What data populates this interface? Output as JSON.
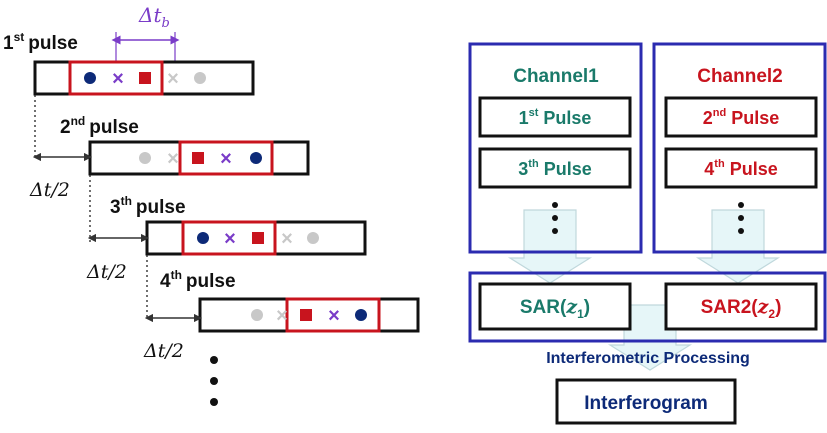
{
  "left": {
    "delta_tb": "Δt",
    "delta_tb_sub": "b",
    "pulses": [
      {
        "num": "1",
        "sup": "st",
        "word": "pulse"
      },
      {
        "num": "2",
        "sup": "nd",
        "word": "pulse"
      },
      {
        "num": "3",
        "sup": "th",
        "word": "pulse"
      },
      {
        "num": "4",
        "sup": "th",
        "word": "pulse"
      }
    ],
    "half_interval": "Δt/2"
  },
  "right": {
    "channel1": {
      "title": "Channel1",
      "items": [
        {
          "num": "1",
          "sup": "st",
          "word": " Pulse"
        },
        {
          "num": "3",
          "sup": "th",
          "word": " Pulse"
        }
      ]
    },
    "channel2": {
      "title": "Channel2",
      "items": [
        {
          "num": "2",
          "sup": "nd",
          "word": " Pulse"
        },
        {
          "num": "4",
          "sup": "th",
          "word": " Pulse"
        }
      ]
    },
    "sar1": {
      "prefix": "SAR(",
      "var": "z",
      "sub": "1",
      "suffix": ")"
    },
    "sar2": {
      "prefix": "SAR2(",
      "var": "z",
      "sub": "2",
      "suffix": ")"
    },
    "processing": "Interferometric Processing",
    "output": "Interferogram"
  },
  "colors": {
    "teal": "#1a7a6a",
    "red": "#c8141e",
    "blue": "#2b2bb0",
    "navy": "#0d2a78",
    "purple": "#7a3cc8",
    "gray": "#c8c8c8",
    "arrow_fill": "#e6f6f8",
    "arrow_stroke": "#c0d8dc"
  }
}
